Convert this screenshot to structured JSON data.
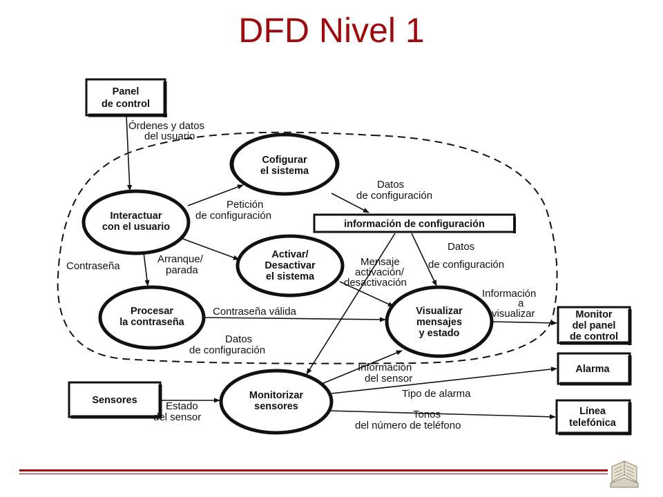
{
  "title": "DFD Nivel 1",
  "colors": {
    "title": "#9e0b0f",
    "rule": "#9e0b0f",
    "ink": "#111111"
  },
  "externals": {
    "panel": [
      "Panel",
      "de control"
    ],
    "sensors": [
      "Sensores"
    ],
    "monitor": [
      "Monitor",
      "del panel",
      "de control"
    ],
    "alarm": [
      "Alarma"
    ],
    "phone": [
      "Línea",
      "telefónica"
    ]
  },
  "processes": {
    "interact": [
      "Interactuar",
      "con el usuario"
    ],
    "configure": [
      "Cofigurar",
      "el sistema"
    ],
    "activate": [
      "Activar/",
      "Desactivar",
      "el sistema"
    ],
    "password": [
      "Procesar",
      "la contraseña"
    ],
    "display": [
      "Visualizar",
      "mensajes",
      "y estado"
    ],
    "monitor": [
      "Monitorizar",
      "sensores"
    ]
  },
  "store": "información de configuración",
  "flows": {
    "commands": [
      "Órdenes y datos",
      "del usuario"
    ],
    "config_request": [
      "Petición",
      "de configuración"
    ],
    "config_data_1": [
      "Datos",
      "de configuración"
    ],
    "config_data_2": [
      "Datos",
      "de configuración"
    ],
    "config_data_3": [
      "Datos",
      "de configuración"
    ],
    "start_stop": [
      "Arranque/",
      "parada"
    ],
    "password": [
      "Contraseña"
    ],
    "act_msg": [
      "Mensaje",
      "activación/",
      "desactivación"
    ],
    "valid_password": [
      "Contraseña válida"
    ],
    "info_display": [
      "Información",
      "a",
      "visualizar"
    ],
    "sensor_info": [
      "Información",
      "del sensor"
    ],
    "sensor_state": [
      "Estado",
      "del sensor"
    ],
    "alarm_type": [
      "Tipo de alarma"
    ],
    "tones": [
      "Tonos",
      "del número de teléfono"
    ]
  },
  "logo": "books-logo-icon"
}
